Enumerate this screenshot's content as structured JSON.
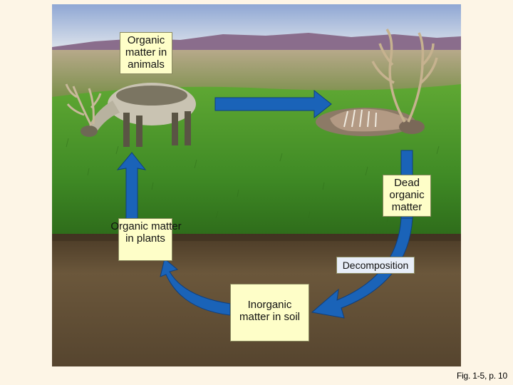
{
  "labels": {
    "organic_animals": [
      "Organic",
      "matter in",
      "animals"
    ],
    "dead_organic": [
      "Dead",
      "organic",
      "matter"
    ],
    "organic_plants": [
      "Organic matter",
      "in plants"
    ],
    "decomposition": "Decomposition",
    "inorganic_soil": [
      "Inorganic",
      "matter in soil"
    ]
  },
  "caption": "Fig. 1-5, p. 10",
  "colors": {
    "arrow_fill": "#1a63b8",
    "arrow_edge": "#0d3f80",
    "label_bg": "#fefec8",
    "label_bg_blue": "#e8eef8",
    "soil": "#5c4a32",
    "grass": "#4f9a2c",
    "sky": "#b8c7e0"
  },
  "icons": [
    "caribou-grazing-icon",
    "caribou-carcass-icon",
    "cycle-arrow-icon"
  ]
}
